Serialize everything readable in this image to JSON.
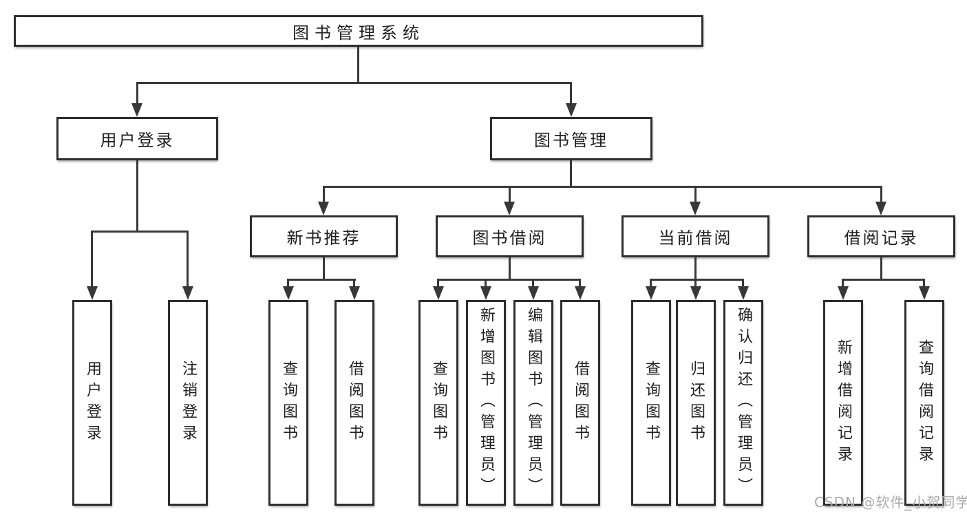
{
  "diagram": {
    "type": "hierarchy-tree",
    "root": {
      "label": "图书管理系统"
    },
    "level2": [
      {
        "label": "用户登录"
      },
      {
        "label": "图书管理"
      }
    ],
    "level3": [
      {
        "label": "新书推荐",
        "parent": "图书管理"
      },
      {
        "label": "图书借阅",
        "parent": "图书管理"
      },
      {
        "label": "当前借阅",
        "parent": "图书管理"
      },
      {
        "label": "借阅记录",
        "parent": "图书管理"
      }
    ],
    "leaves": [
      {
        "label": "用户登录",
        "parent": "用户登录"
      },
      {
        "label": "注销登录",
        "parent": "用户登录"
      },
      {
        "label": "查询图书",
        "parent": "新书推荐"
      },
      {
        "label": "借阅图书",
        "parent": "新书推荐"
      },
      {
        "label": "查询图书",
        "parent": "图书借阅"
      },
      {
        "label": "新增图书（管理员）",
        "parent": "图书借阅"
      },
      {
        "label": "编辑图书（管理员）",
        "parent": "图书借阅"
      },
      {
        "label": "借阅图书",
        "parent": "图书借阅"
      },
      {
        "label": "查询图书",
        "parent": "当前借阅"
      },
      {
        "label": "归还图书",
        "parent": "当前借阅"
      },
      {
        "label": "确认归还（管理员）",
        "parent": "当前借阅"
      },
      {
        "label": "新增借阅记录",
        "parent": "借阅记录"
      },
      {
        "label": "查询借阅记录",
        "parent": "借阅记录"
      }
    ]
  },
  "watermark": "CSDN @软件_小贺同学",
  "colors": {
    "line": "#383838",
    "border": "#2e2e2e",
    "text": "#1f1f1f",
    "watermark": "#a9a9a9",
    "background": "#ffffff"
  }
}
